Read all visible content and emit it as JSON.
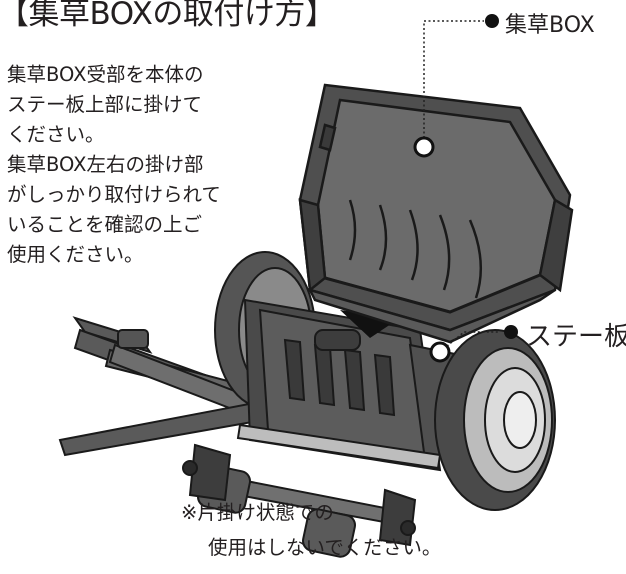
{
  "title": "【集草BOXの取付け方】",
  "instructions": [
    "集草BOX受部を本体の",
    "ステー板上部に掛けて",
    "ください。",
    "集草BOX左右の掛け部",
    "がしっかり取付けられて",
    "いることを確認の上ご",
    "使用ください。"
  ],
  "callouts": {
    "box_label": "集草BOX",
    "stay_label": "ステー板"
  },
  "note": {
    "line1": "※片掛け状態での",
    "line2": "使用はしないでください。"
  },
  "colors": {
    "body_dark": "#4a4a4a",
    "body_mid": "#6b6b6b",
    "body_light": "#9a9a9a",
    "outline": "#1a1a1a",
    "text": "#231f20"
  }
}
